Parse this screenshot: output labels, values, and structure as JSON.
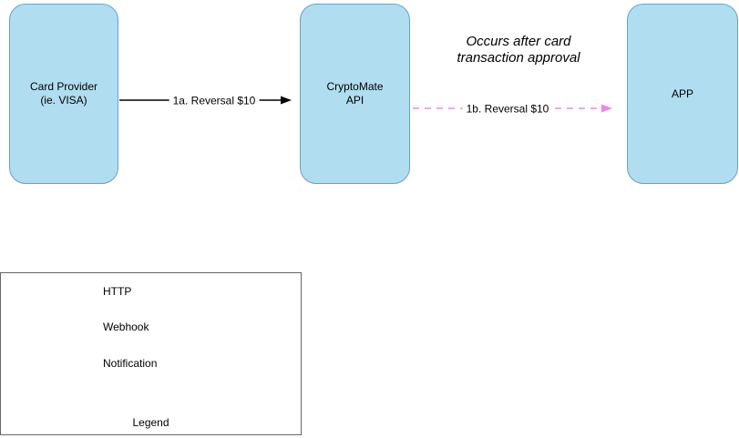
{
  "diagram": {
    "nodes": [
      {
        "id": "card-provider",
        "label": "Card Provider\n(ie. VISA)"
      },
      {
        "id": "cryptomate-api",
        "label": "CryptoMate\nAPI"
      },
      {
        "id": "app",
        "label": "APP"
      }
    ],
    "edges": [
      {
        "id": "1a",
        "label": "1a. Reversal $10",
        "type": "notification",
        "style": "solid-black"
      },
      {
        "id": "1b",
        "label": "1b. Reversal $10",
        "type": "webhook",
        "style": "dashed-pink"
      }
    ],
    "note": "Occurs after card\ntransaction approval"
  },
  "legend": {
    "title": "Legend",
    "items": [
      {
        "label": "HTTP",
        "line": "solid",
        "color": "#EF86EF"
      },
      {
        "label": "Webhook",
        "line": "dashed",
        "color": "#EF86EF"
      },
      {
        "label": "Notification",
        "line": "solid",
        "color": "#000000"
      }
    ]
  },
  "colors": {
    "node_fill": "#B1DDF0",
    "node_stroke": "#67A2C3",
    "pink": "#EF86EF",
    "black": "#000000",
    "legend_border": "#666666"
  }
}
